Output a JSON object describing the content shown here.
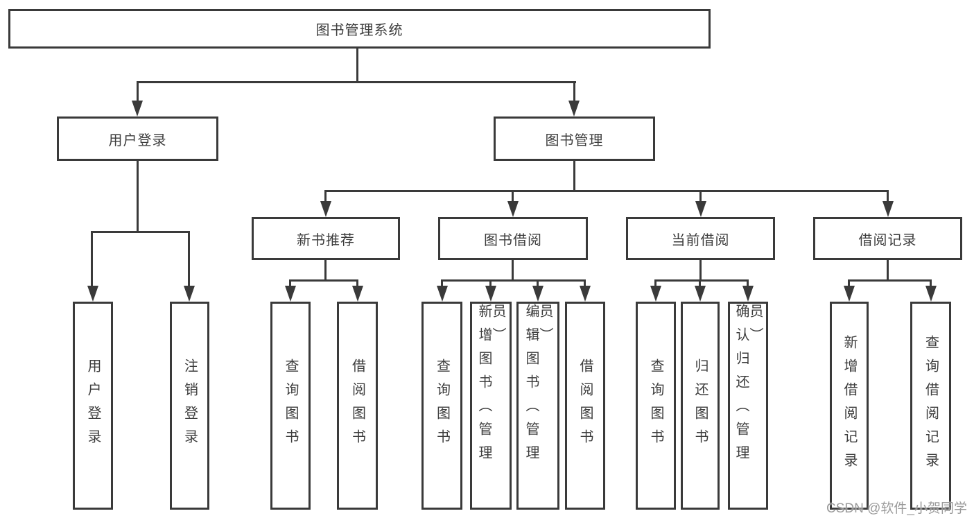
{
  "tree": {
    "root": "图书管理系统",
    "branches": [
      {
        "label": "用户登录",
        "leaves": [
          "用户登录",
          "注销登录"
        ]
      },
      {
        "label": "图书管理",
        "groups": [
          {
            "label": "新书推荐",
            "leaves": [
              "查询图书",
              "借阅图书"
            ]
          },
          {
            "label": "图书借阅",
            "leaves": [
              "查询图书",
              "新增图书（管理员）",
              "编辑图书（管理员）",
              "借阅图书"
            ]
          },
          {
            "label": "当前借阅",
            "leaves": [
              "查询图书",
              "归还图书",
              "确认归还（管理员）"
            ]
          },
          {
            "label": "借阅记录",
            "leaves": [
              "新增借阅记录",
              "查询借阅记录"
            ]
          }
        ]
      }
    ]
  },
  "watermark": "CSDN @软件_小贺同学",
  "colors": {
    "line": "#3a3a3a",
    "box_border": "#3a3a3a",
    "text": "#3d3d3d",
    "watermark": "#969696",
    "background": "#ffffff"
  }
}
